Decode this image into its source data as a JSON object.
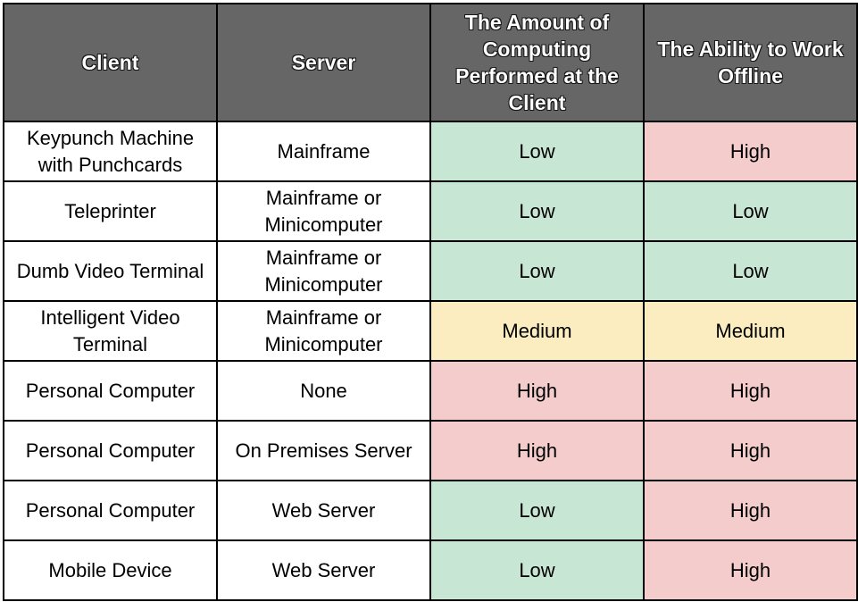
{
  "headers": [
    "Client",
    "Server",
    "The Amount of Computing Performed at the Client",
    "The Ability to Work Offline"
  ],
  "level_colors": {
    "Low": "#c8e6d4",
    "Medium": "#fcedc1",
    "High": "#f4cccc"
  },
  "rows": [
    {
      "client": "Keypunch Machine with Punchcards",
      "server": "Mainframe",
      "computing": "Low",
      "offline": "High"
    },
    {
      "client": "Teleprinter",
      "server": "Mainframe or Minicomputer",
      "computing": "Low",
      "offline": "Low"
    },
    {
      "client": "Dumb Video Terminal",
      "server": "Mainframe or Minicomputer",
      "computing": "Low",
      "offline": "Low"
    },
    {
      "client": "Intelligent Video Terminal",
      "server": "Mainframe or Minicomputer",
      "computing": "Medium",
      "offline": "Medium"
    },
    {
      "client": "Personal Computer",
      "server": "None",
      "computing": "High",
      "offline": "High"
    },
    {
      "client": "Personal Computer",
      "server": "On Premises Server",
      "computing": "High",
      "offline": "High"
    },
    {
      "client": "Personal Computer",
      "server": "Web Server",
      "computing": "Low",
      "offline": "High"
    },
    {
      "client": "Mobile Device",
      "server": "Web Server",
      "computing": "Low",
      "offline": "High"
    }
  ]
}
